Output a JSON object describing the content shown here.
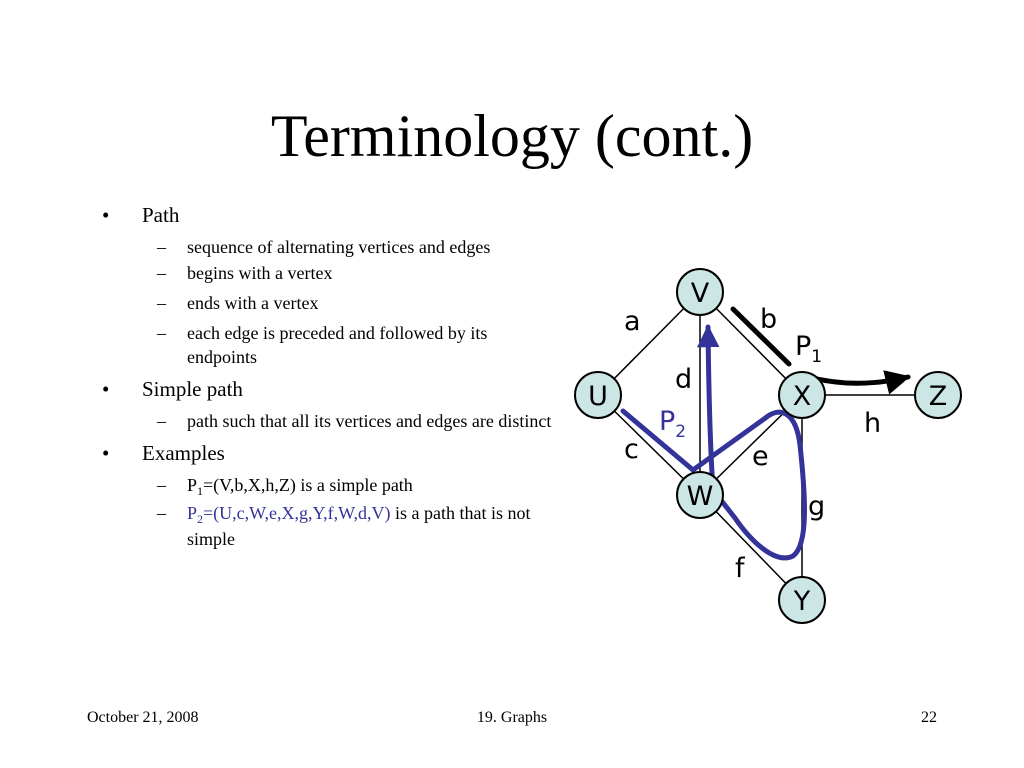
{
  "slide": {
    "title": "Terminology (cont.)",
    "bullets": {
      "path": {
        "label": "Path",
        "items": [
          "sequence of alternating vertices and edges",
          "begins with a vertex",
          "ends with a vertex",
          "each edge is preceded and followed by its endpoints"
        ]
      },
      "simple_path": {
        "label": "Simple path",
        "items": [
          "path such that all its vertices and edges are distinct"
        ]
      },
      "examples": {
        "label": "Examples",
        "p1": {
          "name": "P",
          "sub": "1",
          "path": "=(V,b,X,h,Z)",
          "desc": " is a simple path"
        },
        "p2": {
          "name": "P",
          "sub": "2",
          "path": "=(U,c,W,e,X,g,Y,f,W,d,V)",
          "desc": " is a path that is not simple"
        }
      }
    },
    "footer": {
      "date": "October 21, 2008",
      "chapter": "19. Graphs",
      "page": "22"
    }
  },
  "graph": {
    "vertices": {
      "V": "V",
      "U": "U",
      "X": "X",
      "Z": "Z",
      "W": "W",
      "Y": "Y"
    },
    "edges": {
      "a": "a",
      "b": "b",
      "c": "c",
      "d": "d",
      "e": "e",
      "f": "f",
      "g": "g",
      "h": "h"
    },
    "paths": {
      "p1": {
        "name": "P",
        "sub": "1"
      },
      "p2": {
        "name": "P",
        "sub": "2"
      }
    },
    "colors": {
      "vertex_fill": "#cce6e6",
      "p1": "#000000",
      "p2": "#333399"
    }
  }
}
